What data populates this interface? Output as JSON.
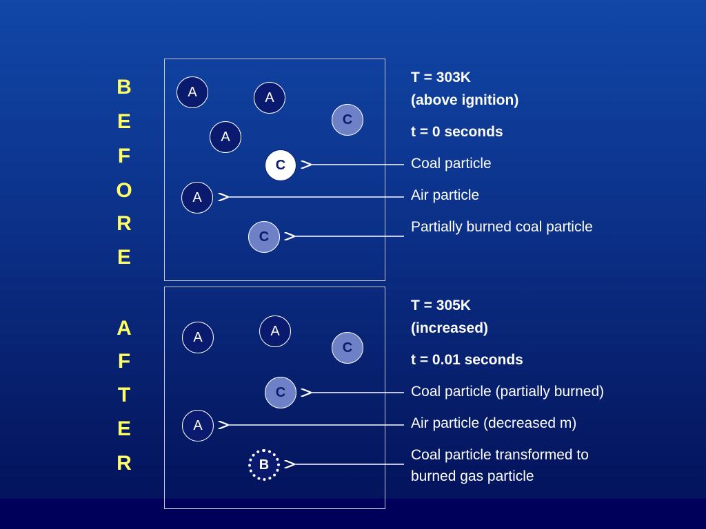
{
  "side_labels": {
    "before": [
      "B",
      "E",
      "F",
      "O",
      "R",
      "E"
    ],
    "after": [
      "A",
      "F",
      "T",
      "E",
      "R"
    ]
  },
  "before": {
    "temperature": "T = 303K",
    "temperature_note": "(above ignition)",
    "time": "t = 0 seconds",
    "labels": {
      "coal": "Coal particle",
      "air": "Air particle",
      "partial": "Partially burned coal particle"
    },
    "particles": {
      "air": "A",
      "coal": "C"
    }
  },
  "after": {
    "temperature": "T = 305K",
    "temperature_note": "(increased)",
    "time": "t = 0.01 seconds",
    "labels": {
      "coal_partial": "Coal particle (partially burned)",
      "air_decreased": "Air particle (decreased m)",
      "transformed_line1": "Coal particle transformed to",
      "transformed_line2": "burned gas particle"
    },
    "particles": {
      "air": "A",
      "coal": "C",
      "burned": "B"
    }
  },
  "colors": {
    "letters": "#ffff66",
    "air_fill": "#0a1a6e",
    "partial_fill": "#6f81c6",
    "coal_fill": "#ffffff"
  }
}
